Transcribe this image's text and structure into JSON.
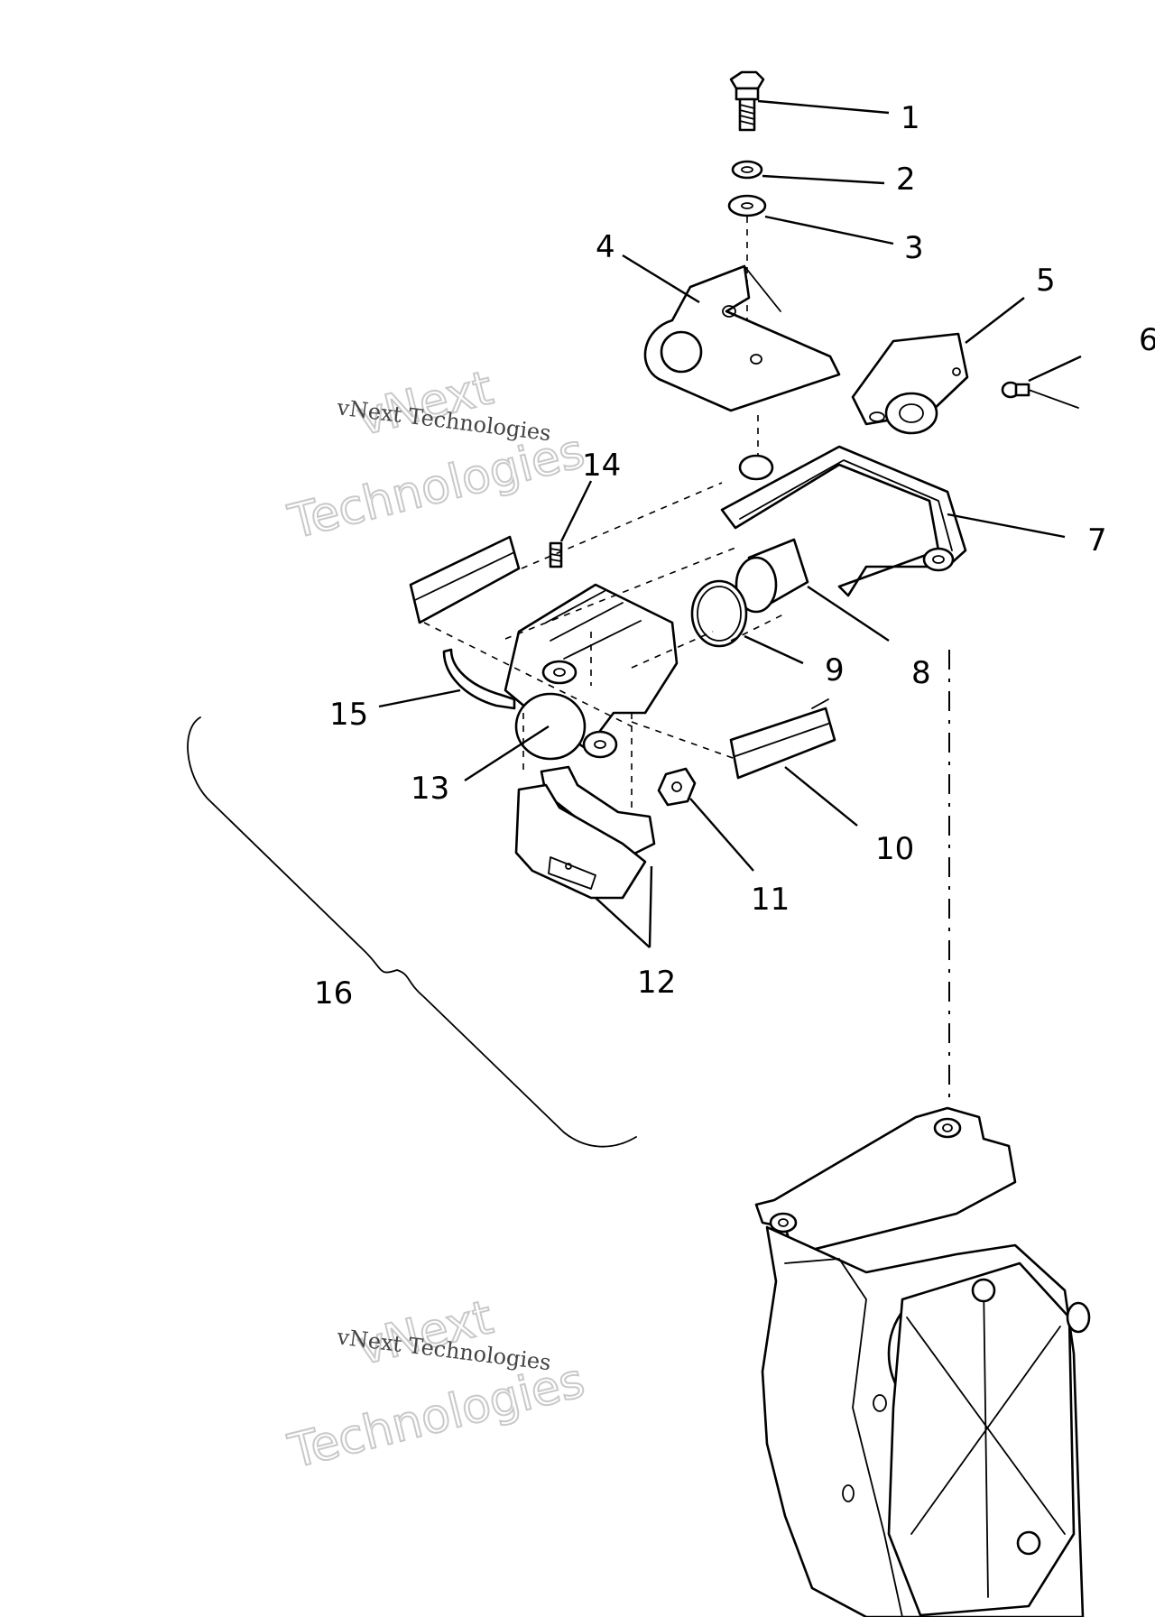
{
  "callouts": [
    {
      "id": "1",
      "label": "1"
    },
    {
      "id": "2",
      "label": "2"
    },
    {
      "id": "3",
      "label": "3"
    },
    {
      "id": "4",
      "label": "4"
    },
    {
      "id": "5",
      "label": "5"
    },
    {
      "id": "6",
      "label": "6"
    },
    {
      "id": "7",
      "label": "7"
    },
    {
      "id": "8",
      "label": "8"
    },
    {
      "id": "9",
      "label": "9"
    },
    {
      "id": "10",
      "label": "10"
    },
    {
      "id": "11",
      "label": "11"
    },
    {
      "id": "12",
      "label": "12"
    },
    {
      "id": "13",
      "label": "13"
    },
    {
      "id": "14",
      "label": "14"
    },
    {
      "id": "15",
      "label": "15"
    },
    {
      "id": "16",
      "label": "16"
    }
  ],
  "watermarks": [
    {
      "small": "vNext Technologies",
      "big_line1": "vNext",
      "big_line2": "Technologies"
    },
    {
      "small": "vNext Technologies",
      "big_line1": "vNext",
      "big_line2": "Technologies"
    }
  ]
}
